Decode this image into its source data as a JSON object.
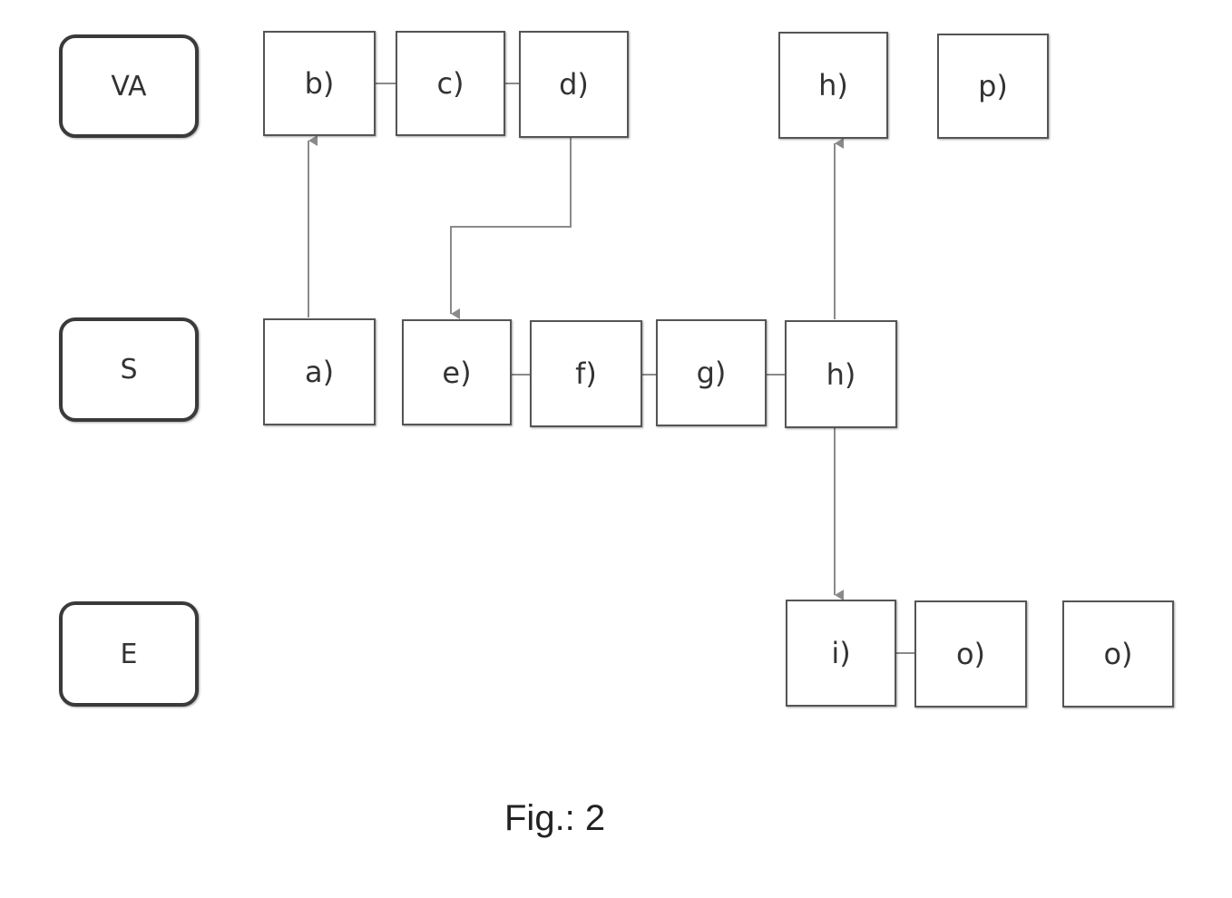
{
  "figure": {
    "caption": "Fig.: 2"
  },
  "lanes": {
    "va": "VA",
    "s": "S",
    "e": "E"
  },
  "steps": {
    "va_b": "b)",
    "va_c": "c)",
    "va_d": "d)",
    "va_h": "h)",
    "va_p": "p)",
    "s_a": "a)",
    "s_e": "e)",
    "s_f": "f)",
    "s_g": "g)",
    "s_h": "h)",
    "e_i": "i)",
    "e_o1": "o)",
    "e_o2": "o)"
  },
  "colors": {
    "box_border": "#555555",
    "lane_border": "#3a3a3a",
    "connector": "#8a8a8a",
    "text": "#333333"
  }
}
